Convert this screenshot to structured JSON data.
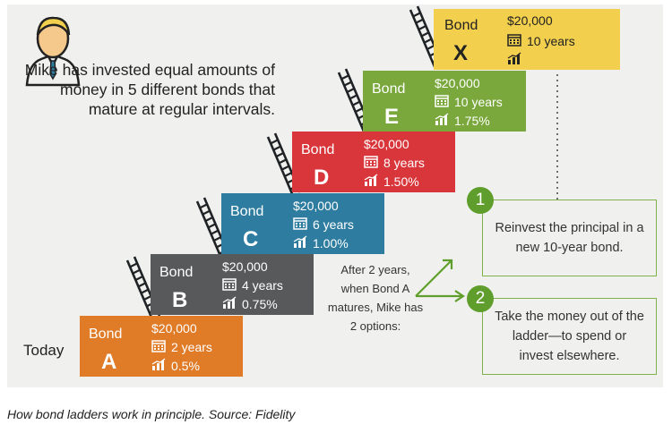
{
  "intro_text": "Mike has invested equal amounts of money in 5 different bonds that mature at regular intervals.",
  "today_label": "Today",
  "bond_word": "Bond",
  "bonds": [
    {
      "letter": "A",
      "amount": "$20,000",
      "years": "2 years",
      "rate": "0.5%",
      "color": "#e07b28"
    },
    {
      "letter": "B",
      "amount": "$20,000",
      "years": "4 years",
      "rate": "0.75%",
      "color": "#58595b"
    },
    {
      "letter": "C",
      "amount": "$20,000",
      "years": "6 years",
      "rate": "1.00%",
      "color": "#2e7da0"
    },
    {
      "letter": "D",
      "amount": "$20,000",
      "years": "8 years",
      "rate": "1.50%",
      "color": "#d9363b"
    },
    {
      "letter": "E",
      "amount": "$20,000",
      "years": "10 years",
      "rate": "1.75%",
      "color": "#7aa83c"
    },
    {
      "letter": "X",
      "amount": "$20,000",
      "years": "10 years",
      "rate": "",
      "color": "#f2cf4c"
    }
  ],
  "after_text": "After 2 years, when Bond A matures, Mike has 2 options:",
  "options": [
    {
      "number": "1",
      "text": "Reinvest the principal in a new 10-year bond."
    },
    {
      "number": "2",
      "text": "Take the money out of the ladder—to spend or invest elsewhere."
    }
  ],
  "caption": "How bond ladders work in principle. Source: Fidelity",
  "icons": {
    "person": "person-icon",
    "calendar": "calendar-icon",
    "rate": "bar-chart-icon",
    "arrow": "arrow-icon"
  },
  "colors": {
    "green": "#5f9e2c",
    "option_border": "#7fb24a"
  }
}
